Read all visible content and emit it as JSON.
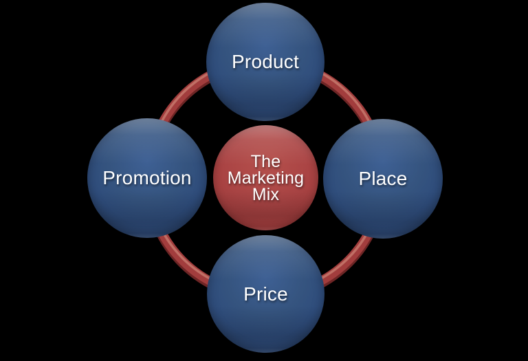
{
  "diagram": {
    "type": "cycle-diagram",
    "title": "The Marketing Mix",
    "background_color": "#000000",
    "center_node": {
      "label": "The\nMarketing\nMix",
      "fill_color": "#a84343",
      "text_color": "#ffffff"
    },
    "outer_nodes": [
      {
        "label": "Product",
        "position": "top",
        "fill_color": "#2f4d7c",
        "text_color": "#ffffff"
      },
      {
        "label": "Place",
        "position": "right",
        "fill_color": "#2f4d7c",
        "text_color": "#ffffff"
      },
      {
        "label": "Price",
        "position": "bottom",
        "fill_color": "#2f4d7c",
        "text_color": "#ffffff"
      },
      {
        "label": "Promotion",
        "position": "left",
        "fill_color": "#2f4d7c",
        "text_color": "#ffffff"
      }
    ],
    "ring": {
      "color": "#a23d3d",
      "highlight_color": "#c5786c",
      "shadow_color": "#6e2525"
    }
  }
}
